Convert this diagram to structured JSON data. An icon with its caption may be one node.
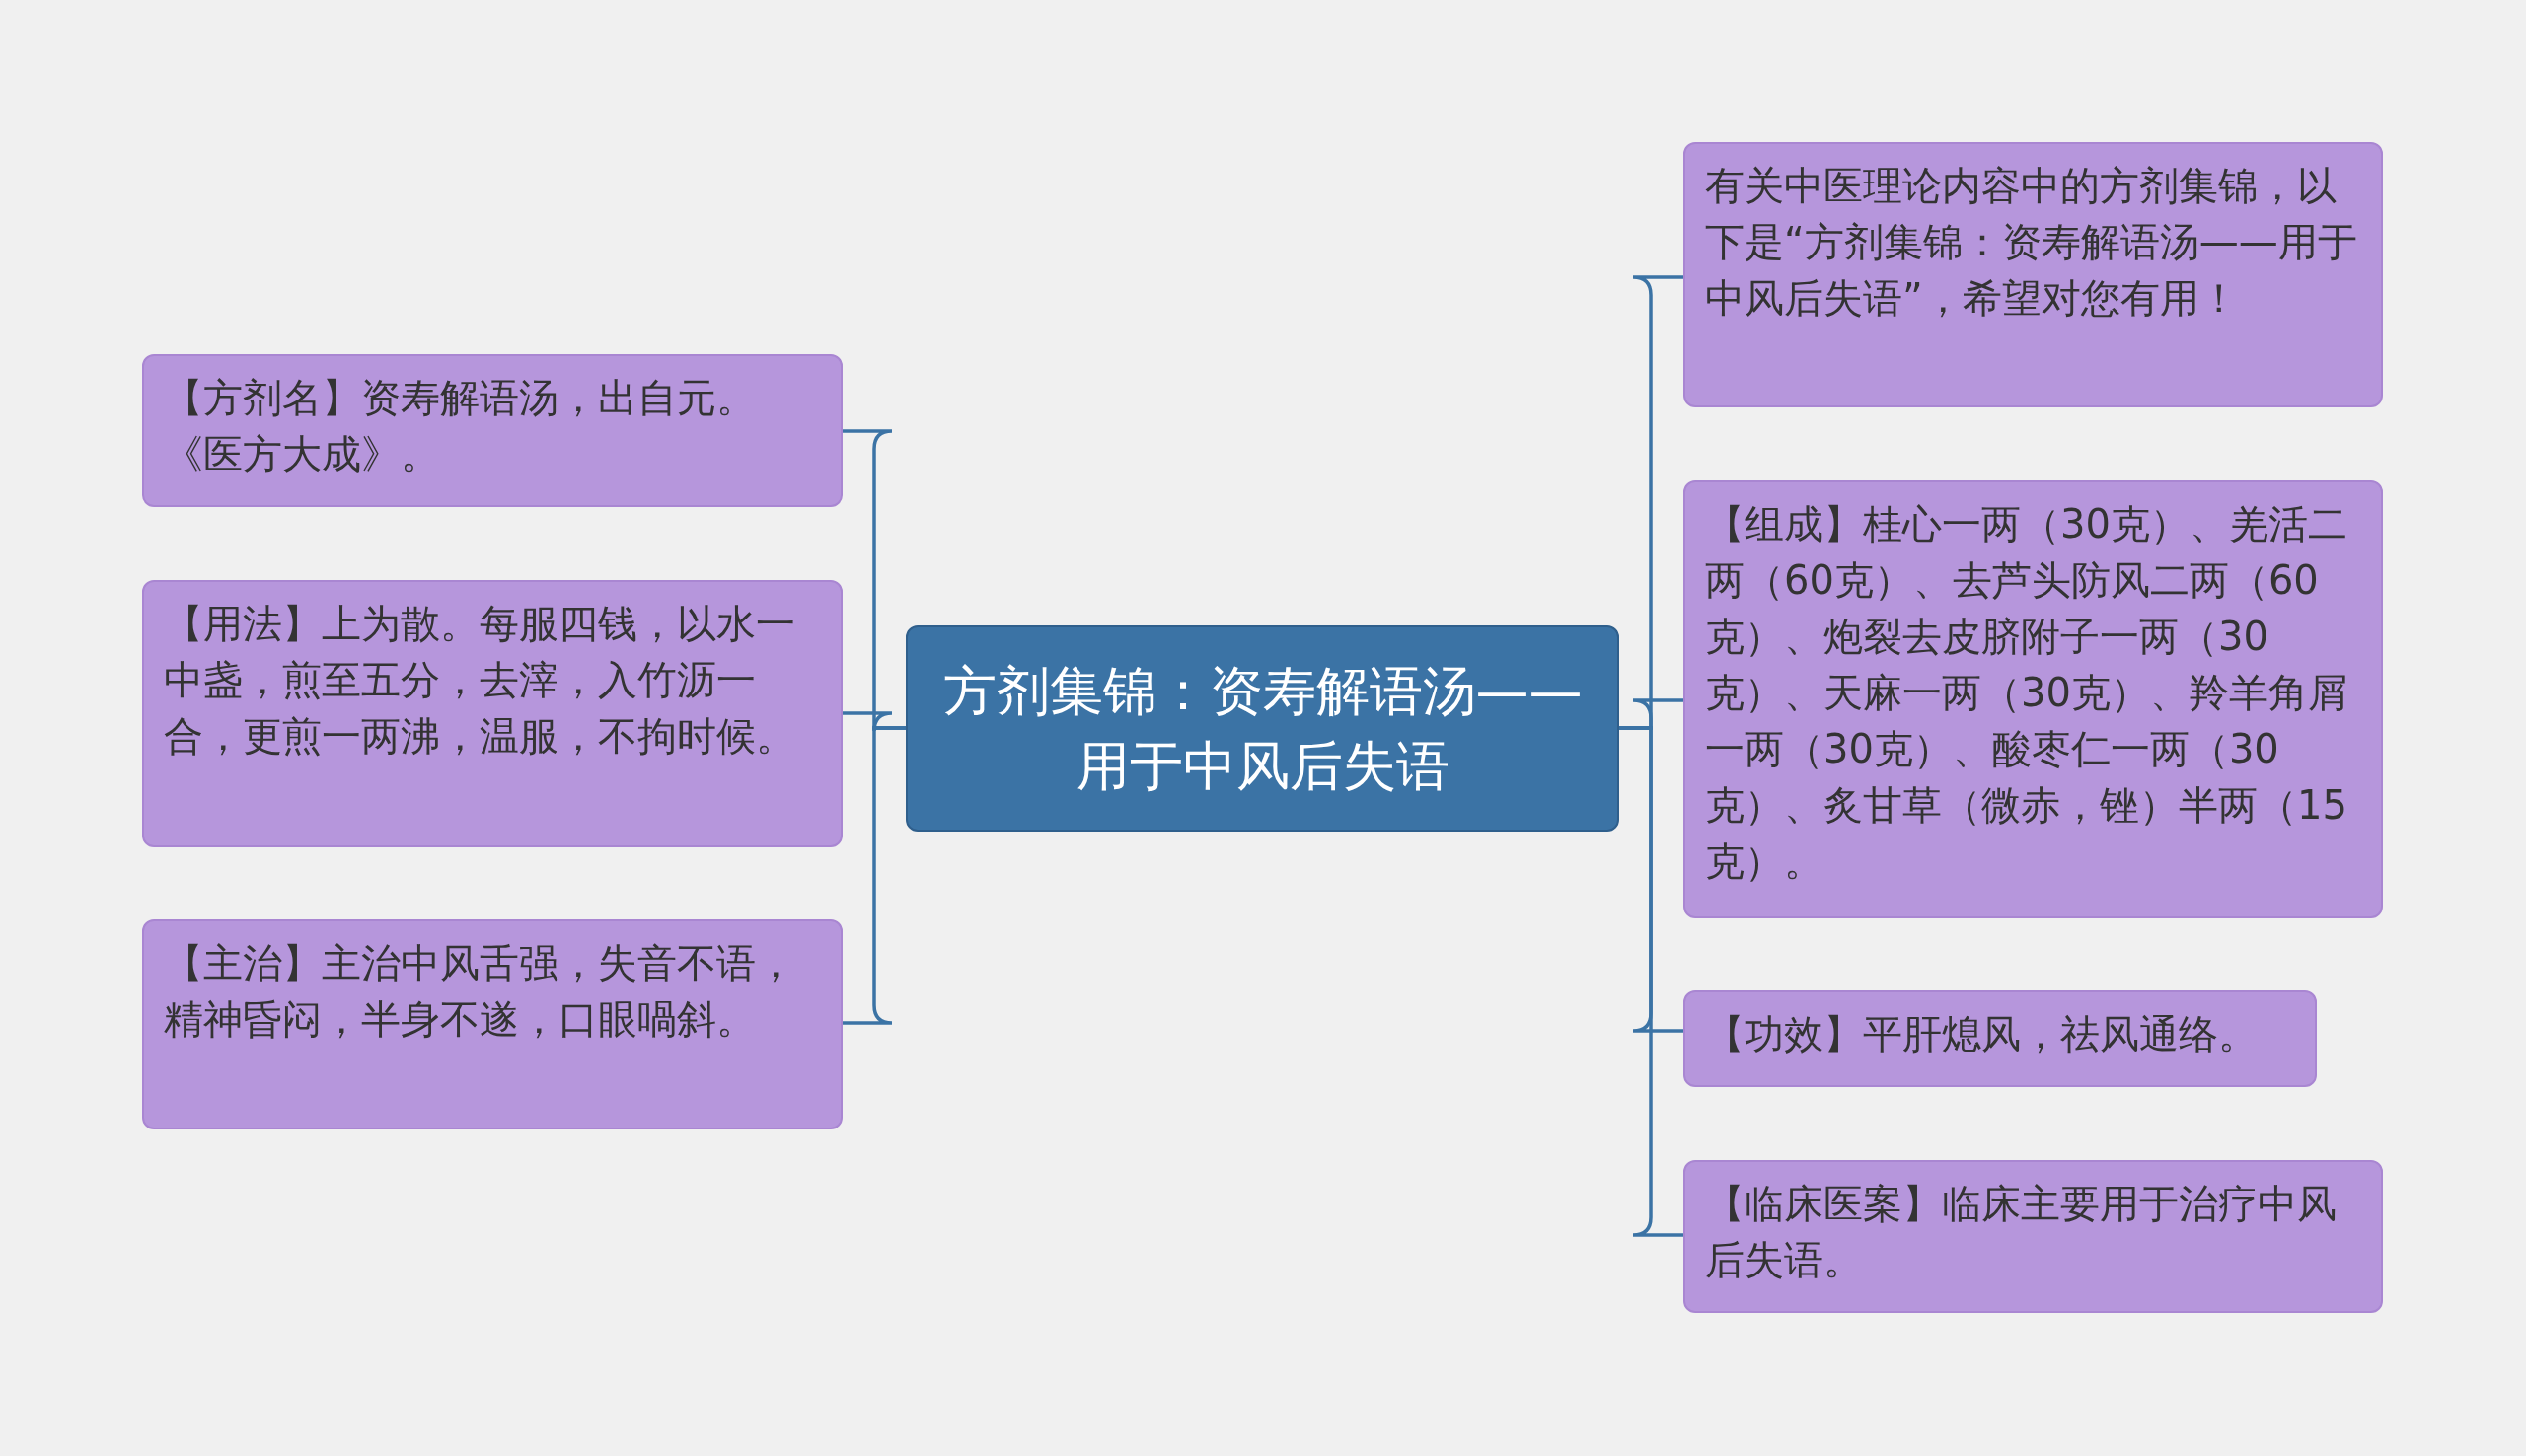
{
  "diagram": {
    "nodes": [
      {
        "text": [
          "方剂集锦：资寿解语汤——用于中风后失语"
        ]
      },
      {
        "text": [
          "【方剂名】资寿解语汤，出自元。《医方大成》。"
        ]
      },
      {
        "text": [
          "【用法】上为散。每服四钱，以水一中盏，煎至五分，去滓，入竹沥一合，更煎一两沸，温服，不拘时候。"
        ]
      },
      {
        "text": [
          "【主治】主治中风舌强，失音不语，精神昏闷，半身不遂，口眼喎斜。"
        ]
      },
      {
        "text": [
          "有关中医理论内容中的方剂集锦，以下是“方剂集锦：资寿解语汤——用于中风后失语”，希望对您有用！"
        ]
      },
      {
        "text": [
          "【组成】桂心一两（30克）、羌活二两（60克）、去芦头防风二两（60克）、炮裂去皮脐附子一两（30克）、天麻一两（30克）、羚羊角屑一两（30克）、酸枣仁一两（30克）、炙甘草（微赤，锉）半两（15克）。"
        ]
      },
      {
        "text": [
          "【功效】平肝熄风，祛风通络。"
        ]
      },
      {
        "text": [
          "【临床医案】临床主要用于治疗中风后失语。"
        ]
      }
    ],
    "edges": [
      {
        "from": 0,
        "to": 1,
        "arrow": "none"
      },
      {
        "from": 0,
        "to": 2,
        "arrow": "none"
      },
      {
        "from": 0,
        "to": 3,
        "arrow": "none"
      },
      {
        "from": 0,
        "to": 4,
        "arrow": "none"
      },
      {
        "from": 0,
        "to": 5,
        "arrow": "none"
      },
      {
        "from": 0,
        "to": 6,
        "arrow": "none"
      },
      {
        "from": 0,
        "to": 7,
        "arrow": "none"
      }
    ]
  }
}
